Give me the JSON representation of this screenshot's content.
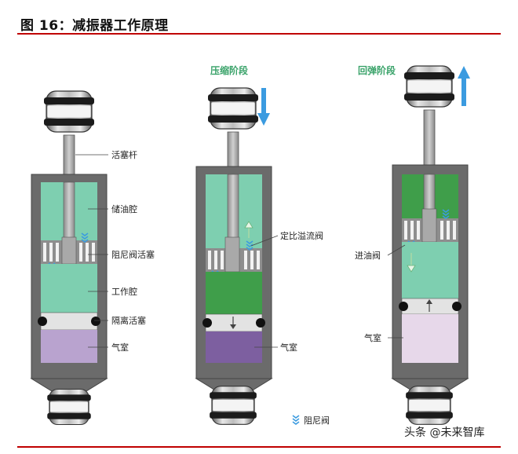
{
  "figure": {
    "title": "图 16：减振器工作原理",
    "watermark": "头条 @未来智库"
  },
  "stages": {
    "compression": "压缩阶段",
    "rebound": "回弹阶段"
  },
  "labels": {
    "piston_rod": "活塞杆",
    "oil_storage_chamber": "储油腔",
    "damping_valve_piston": "阻尼阀活塞",
    "working_chamber": "工作腔",
    "separation_piston": "隔离活塞",
    "gas_chamber_left": "气室",
    "relief_valve": "定比溢流阀",
    "gas_chamber_mid": "气室",
    "intake_valve": "进油阀",
    "gas_chamber_right": "气室",
    "legend_damping_valve": "阻尼阀"
  },
  "colors": {
    "rule": "#c00000",
    "oil_light": "#7ecfb0",
    "oil_dark": "#3f9e4a",
    "gas_light": "#b9a3cf",
    "gas_dark": "#7d5fa0",
    "gas_pale": "#e7d8ea",
    "arrow_blue": "#3b9be0",
    "shell": "#6b6b6b"
  },
  "icons": {
    "motion_arrow": "blue-block-arrow-icon",
    "damping_valve": "chevron-stack-icon"
  }
}
